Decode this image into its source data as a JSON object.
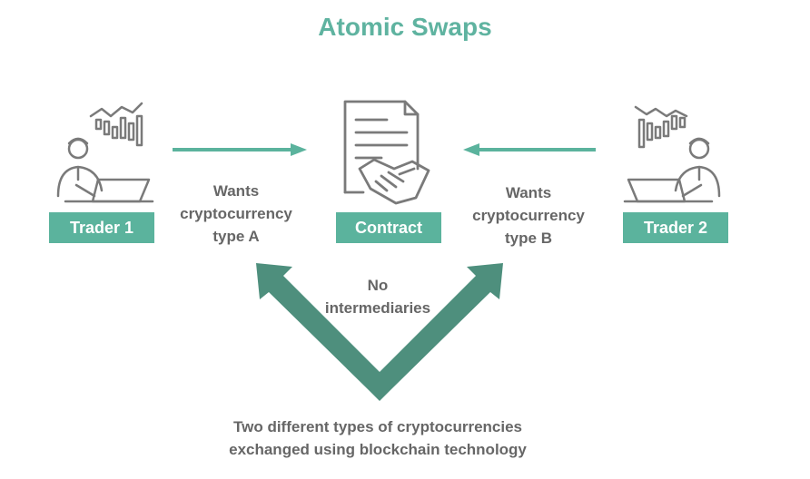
{
  "title": "Atomic Swaps",
  "nodes": {
    "trader1": "Trader 1",
    "contract": "Contract",
    "trader2": "Trader 2"
  },
  "edges": {
    "left_line1": "Wants",
    "left_line2": "cryptocurrency",
    "left_line3": "type A",
    "right_line1": "Wants",
    "right_line2": "cryptocurrency",
    "right_line3": "type B",
    "center_line1": "No",
    "center_line2": "intermediaries"
  },
  "footer": {
    "line1": "Two different types of cryptocurrencies",
    "line2": "exchanged using blockchain technology"
  },
  "colors": {
    "accent": "#5bb39d",
    "dark_arrow": "#4e8f7d",
    "icon": "#7a7a7a",
    "text": "#666666"
  }
}
